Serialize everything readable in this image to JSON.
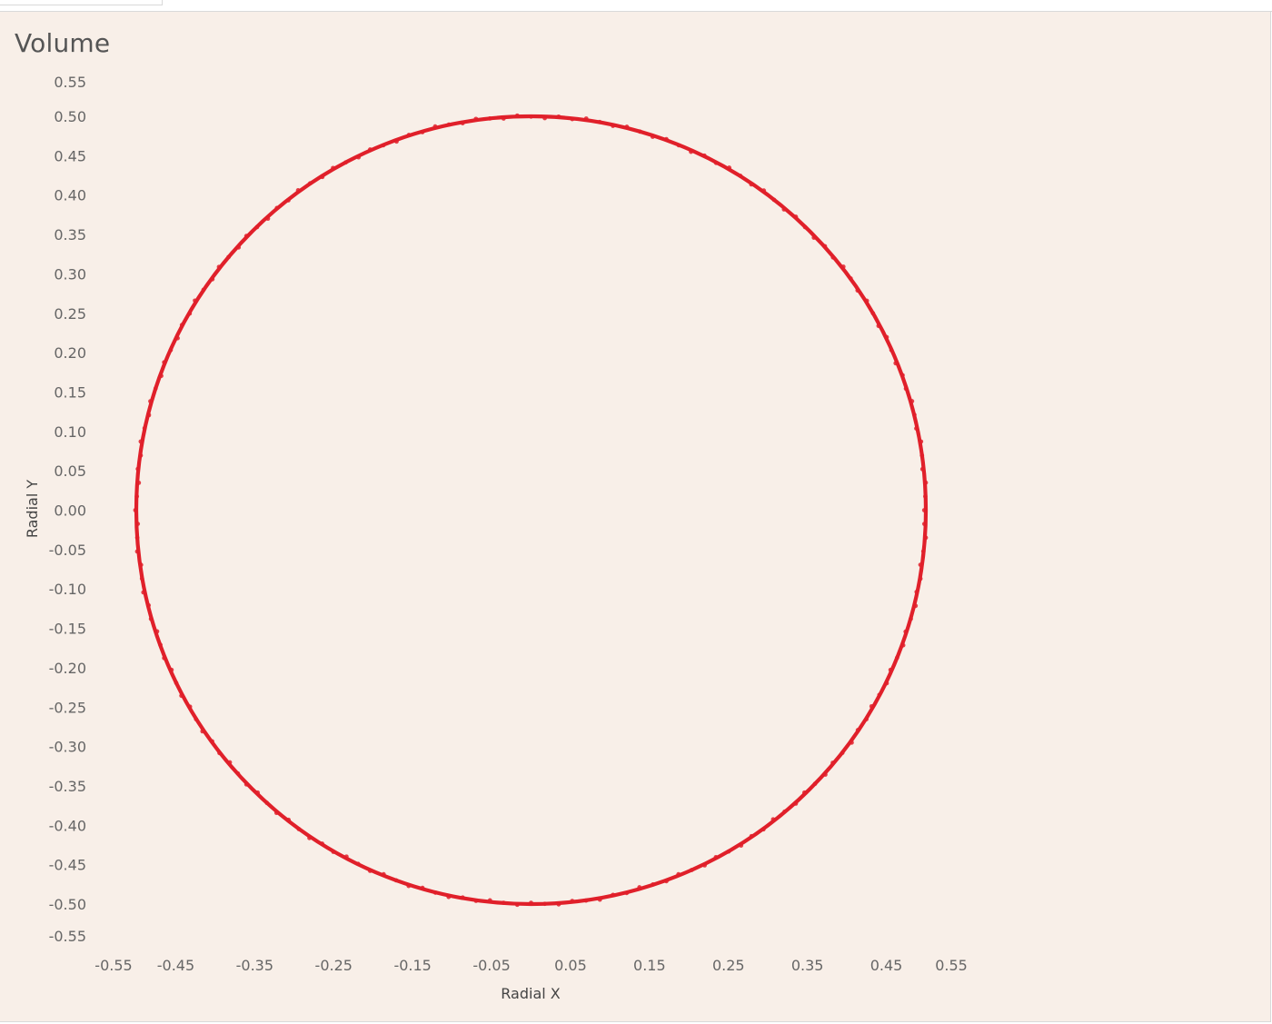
{
  "chart_data": {
    "type": "scatter",
    "title": "Volume",
    "xlabel": "Radial X",
    "ylabel": "Radial Y",
    "xlim": [
      -0.55,
      0.55
    ],
    "ylim": [
      -0.55,
      0.55
    ],
    "x_ticks": [
      "-0.55",
      "-0.45",
      "-0.35",
      "-0.25",
      "-0.15",
      "-0.05",
      "0.05",
      "0.15",
      "0.25",
      "0.35",
      "0.45",
      "0.55"
    ],
    "y_ticks": [
      "0.55",
      "0.50",
      "0.45",
      "0.40",
      "0.35",
      "0.30",
      "0.25",
      "0.20",
      "0.15",
      "0.10",
      "0.05",
      "0.00",
      "-0.05",
      "-0.10",
      "-0.15",
      "-0.20",
      "-0.25",
      "-0.30",
      "-0.35",
      "-0.40",
      "-0.45",
      "-0.50",
      "-0.55"
    ],
    "grid": false,
    "series": [
      {
        "shape": "circle",
        "center": [
          0,
          0
        ],
        "radius": 0.5,
        "color": "#e0202a"
      }
    ]
  },
  "colors": {
    "background": "#f8efe8",
    "mark": "#e0202a",
    "text": "#666666"
  }
}
